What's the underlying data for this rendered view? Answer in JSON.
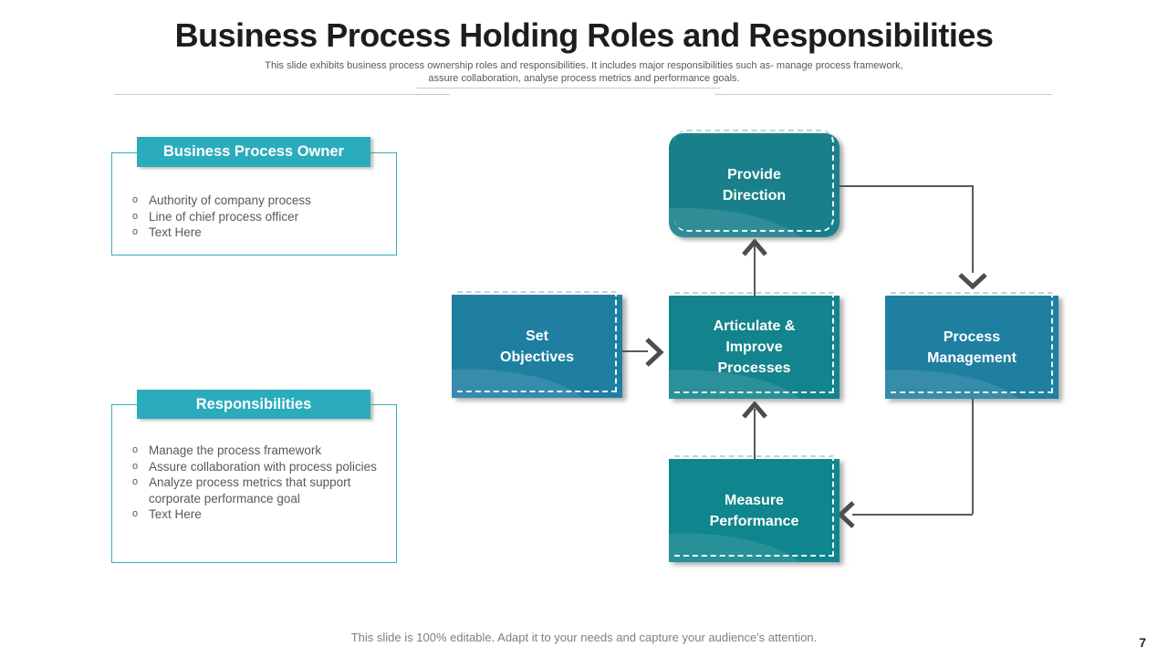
{
  "slide": {
    "title": "Business Process Holding Roles and Responsibilities",
    "subtitle": "This slide exhibits business process ownership roles and responsibilities. It includes major responsibilities such as- manage process framework, assure collaboration, analyse process metrics and performance goals.",
    "footer": "This slide is 100% editable. Adapt it to your needs and capture your audience's attention.",
    "page_number": "7",
    "bullet_marker": "o"
  },
  "panels": [
    {
      "header": "Business Process Owner",
      "bullets": [
        "Authority of company process",
        "Line of chief process officer",
        "Text Here"
      ]
    },
    {
      "header": "Responsibilities",
      "bullets": [
        "Manage the process framework",
        "Assure collaboration with process policies",
        "Analyze process metrics that support corporate performance goal",
        "Text Here"
      ]
    }
  ],
  "flow": {
    "nodes": [
      {
        "id": "provide-direction",
        "label": "Provide\nDirection"
      },
      {
        "id": "set-objectives",
        "label": "Set\nObjectives"
      },
      {
        "id": "articulate-improve-processes",
        "label": "Articulate &\nImprove\nProcesses"
      },
      {
        "id": "process-management",
        "label": "Process\nManagement"
      },
      {
        "id": "measure-performance",
        "label": "Measure\nPerformance"
      }
    ],
    "arrows": [
      "provide-direction -> process-management",
      "set-objectives -> articulate-improve-processes",
      "articulate-improve-processes -> provide-direction",
      "measure-performance -> articulate-improve-processes",
      "process-management -> measure-performance"
    ]
  },
  "colors": {
    "accent_teal_light": "#2bacbc",
    "node_teal": "#15818c",
    "node_blue": "#1f7fa1",
    "connector": "#595959",
    "arrow": "#4d4d4d",
    "body_text": "#595959"
  }
}
